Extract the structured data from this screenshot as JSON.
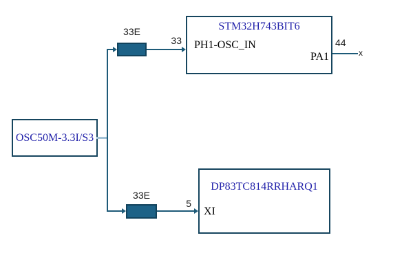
{
  "diagram": {
    "source": {
      "label": "OSC50M-3.3I/S3"
    },
    "resistor_top": {
      "label": "33E"
    },
    "resistor_bottom": {
      "label": "33E"
    },
    "mcu": {
      "title": "STM32H743BIT6",
      "input_pin": {
        "name": "PH1-OSC_IN",
        "number": "33"
      },
      "output_pin": {
        "name": "PA1",
        "number": "44",
        "stub_label": "x"
      }
    },
    "phy": {
      "title": "DP83TC814RRHARQ1",
      "input_pin": {
        "name": "XI",
        "number": "5"
      }
    },
    "colors": {
      "box_border": "#16455e",
      "wire": "#1d5a78",
      "stub_wire": "#a3c2d6",
      "resistor_fill": "#1d6287",
      "resistor_border": "#11425c",
      "component_title": "#2222aa",
      "pin_text": "#000000"
    }
  }
}
